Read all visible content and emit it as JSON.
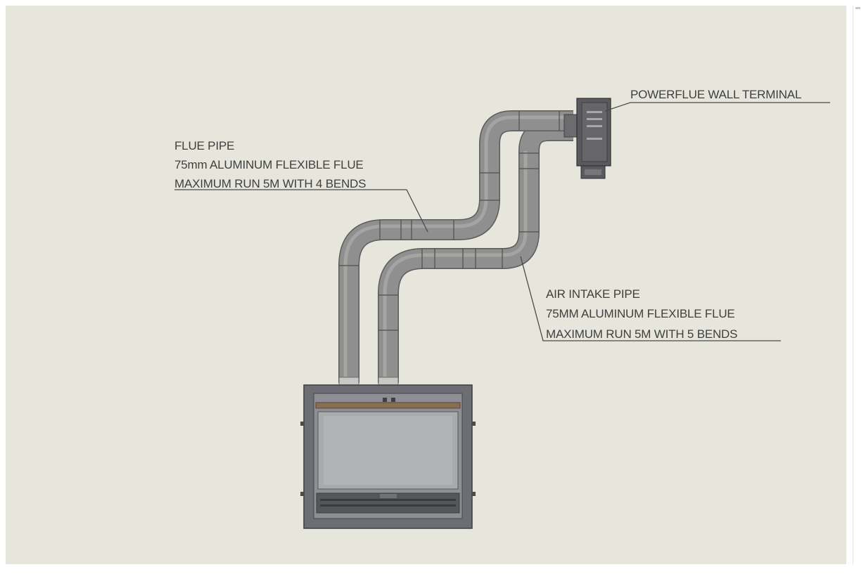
{
  "labels": {
    "terminal": "POWERFLUE WALL TERMINAL",
    "flue_pipe_title": "FLUE PIPE",
    "flue_pipe_spec": "75mm ALUMINUM FLEXIBLE FLUE",
    "flue_pipe_limit": "MAXIMUM RUN 5M WITH 4 BENDS",
    "air_intake_title": "AIR INTAKE PIPE",
    "air_intake_spec": "75MM ALUMINUM FLEXIBLE FLUE",
    "air_intake_limit": "MAXIMUM RUN 5M WITH 5 BENDS"
  },
  "colors": {
    "background": "#e7e6dc",
    "pipe": "#8f8e8e",
    "pipe_outline": "#5c5b5b",
    "stove_frame": "#6d6e73",
    "stove_glass": "#a8a9ad",
    "terminal": "#58585c",
    "text": "#3f3f3f"
  }
}
